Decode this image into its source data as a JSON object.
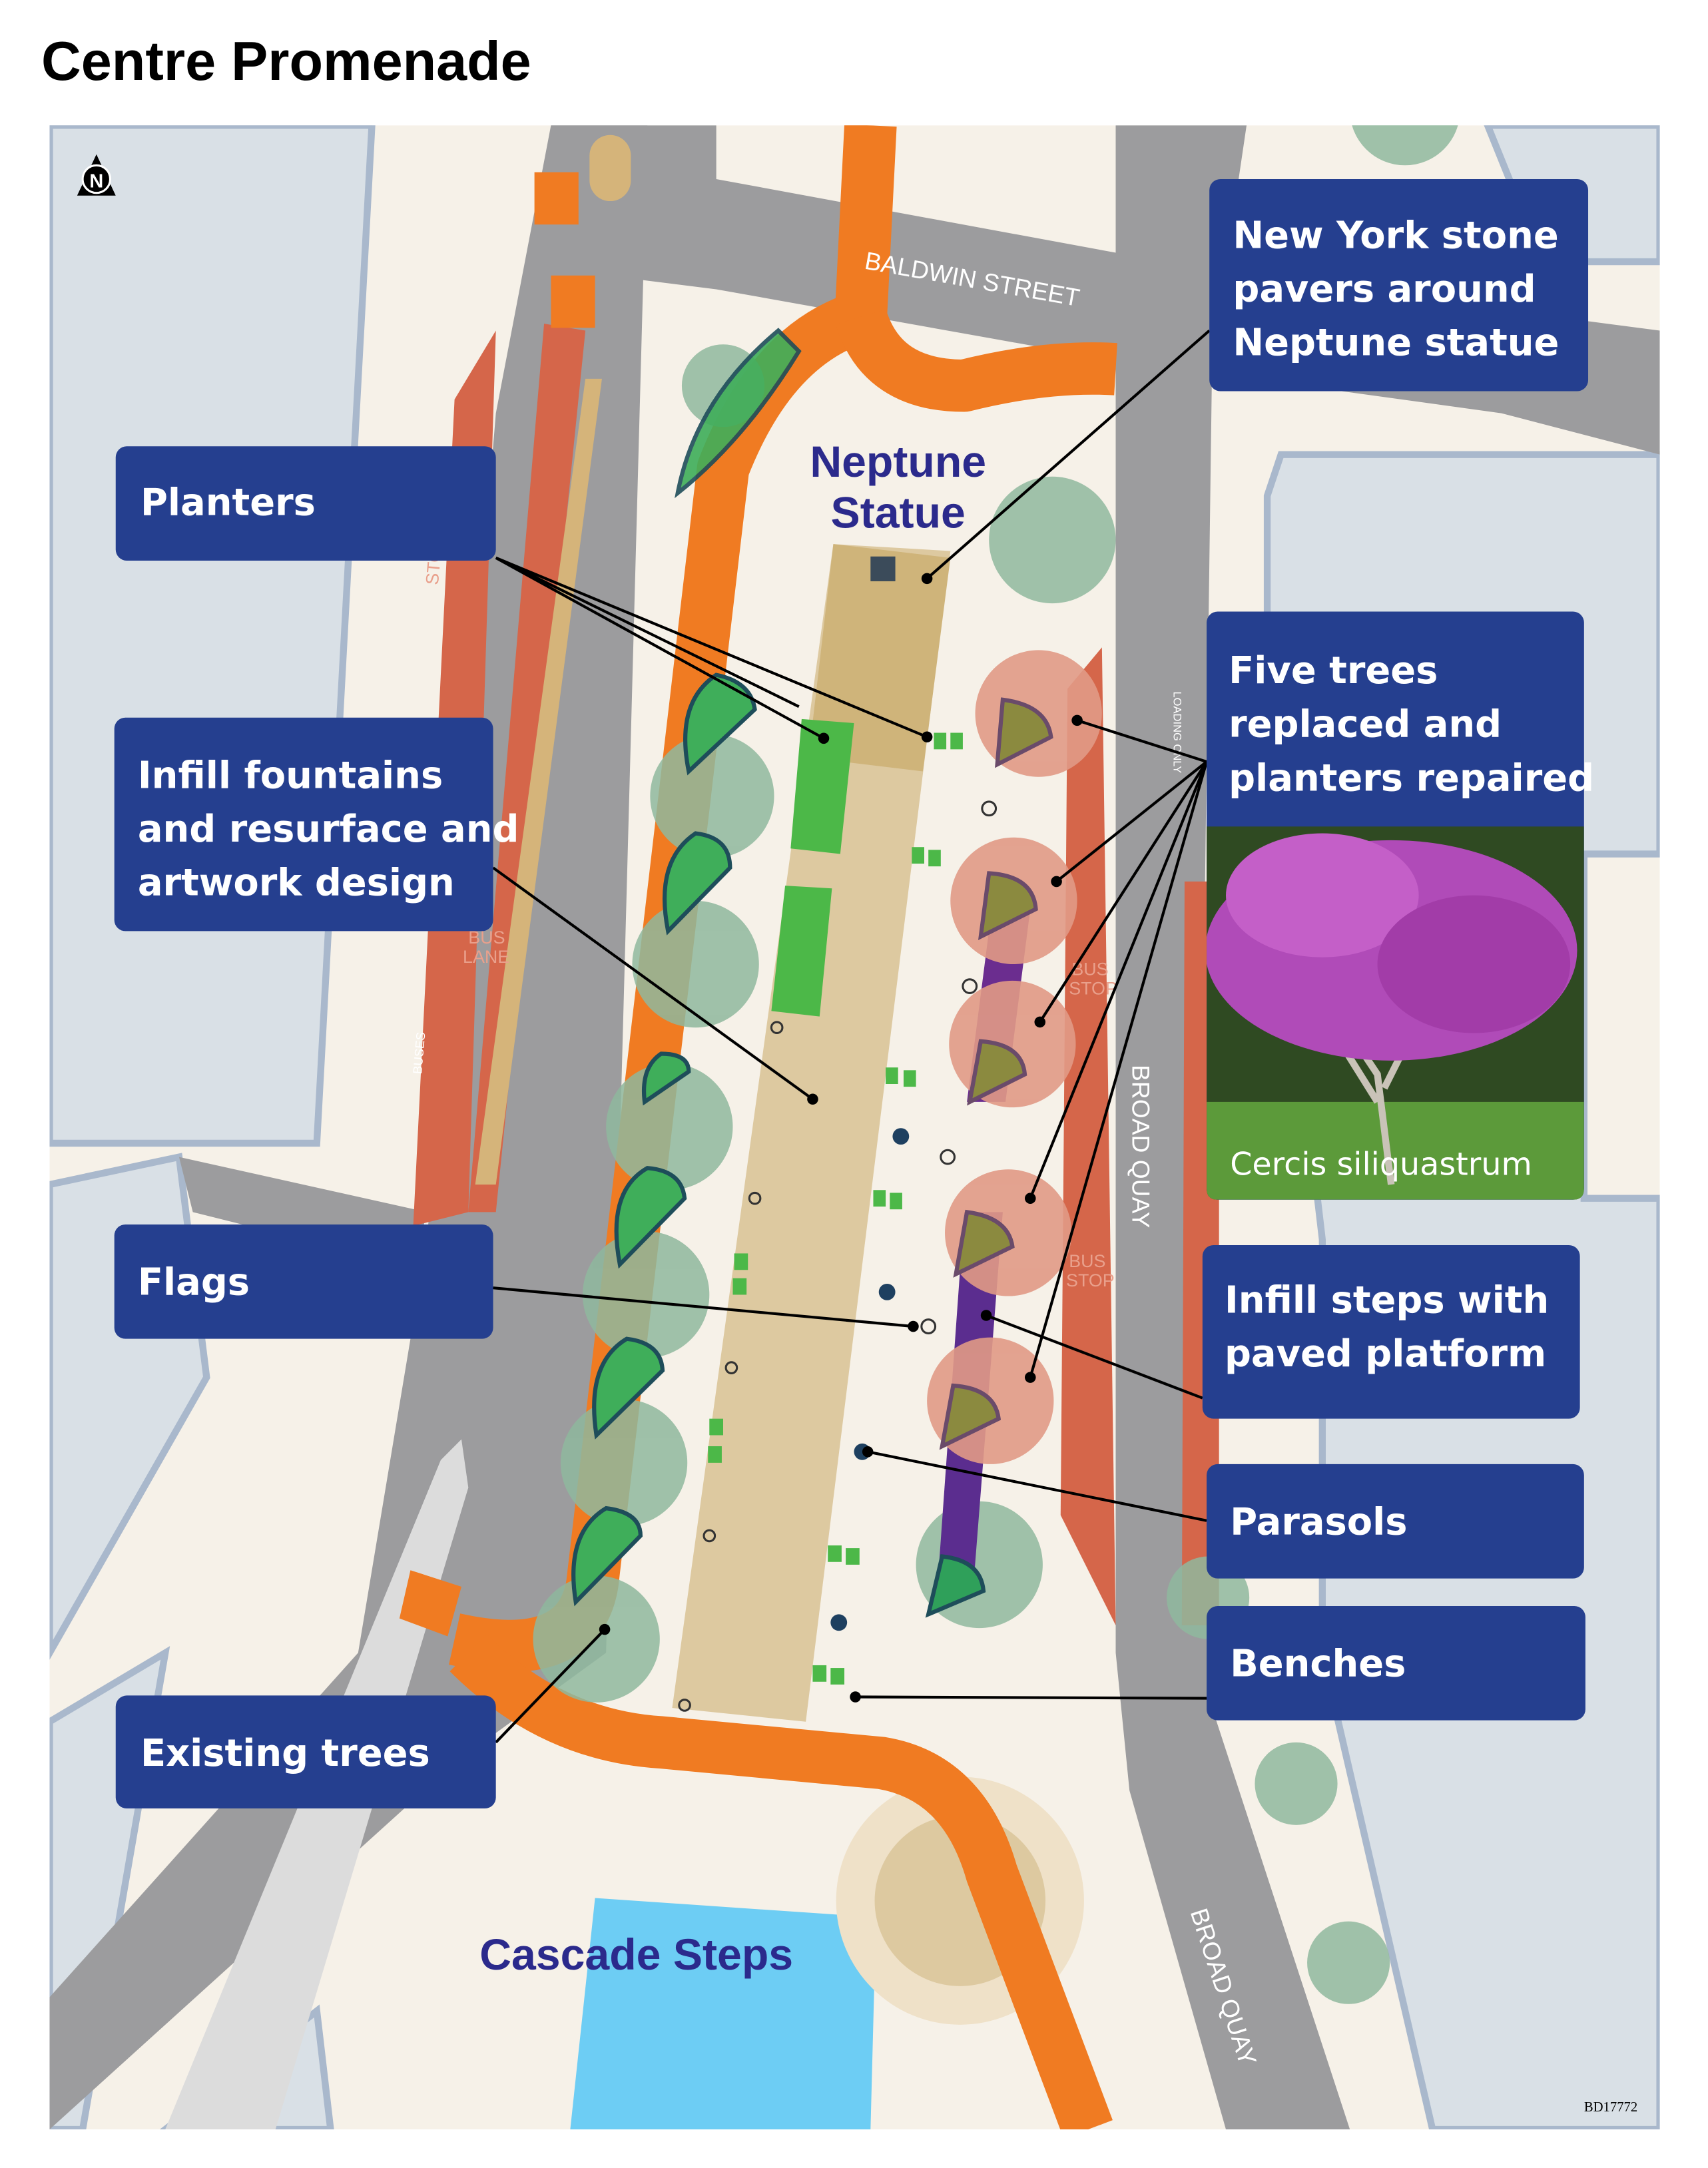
{
  "title": "Centre Promenade",
  "north_label": "N",
  "map_labels": {
    "neptune_line1": "Neptune",
    "neptune_line2": "Statue",
    "cascade_steps": "Cascade Steps",
    "baldwin_street": "BALDWIN STREET",
    "broad_quay_1": "BROAD QUAY",
    "broad_quay_2": "BROAD QUAY",
    "bus_stop_1a": "BUS",
    "bus_stop_1b": "STOP",
    "bus_stop_2a": "BUS",
    "bus_stop_2b": "STOP",
    "bus_lane_a": "BUS",
    "bus_lane_b": "LANE",
    "buses": "BUSES",
    "stop": "STOP",
    "loading_only": "LOADING ONLY",
    "ref_code": "BD17772"
  },
  "callouts": {
    "new_york": [
      "New York stone",
      "pavers around",
      "Neptune statue"
    ],
    "planters": [
      "Planters"
    ],
    "five_trees": [
      "Five trees",
      "replaced and",
      "planters repaired"
    ],
    "photo_caption": "Cercis siliquastrum",
    "infill_fountains": [
      "Infill fountains",
      "and resurface and",
      "artwork design"
    ],
    "flags": [
      "Flags"
    ],
    "infill_steps": [
      "Infill steps with",
      "paved platform"
    ],
    "parasols": [
      "Parasols"
    ],
    "benches": [
      "Benches"
    ],
    "existing_trees": [
      "Existing trees"
    ]
  },
  "colors": {
    "callout_bg": "#253f8f",
    "cycle_route": "#f07b22",
    "road": "#9c9c9e",
    "building": "#d9e0e6",
    "paving": "#f6f1e8",
    "promenade": "#ddc9a0",
    "tree": "#8fb89d",
    "new_tree": "#e19a86",
    "water": "#6dcdf4"
  }
}
